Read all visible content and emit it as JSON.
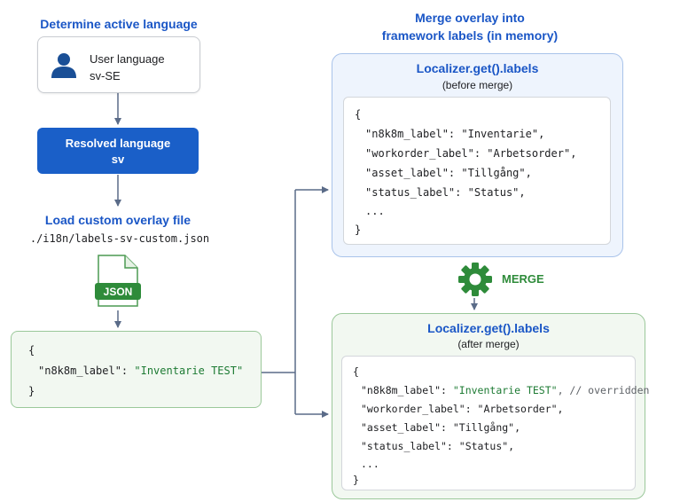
{
  "left": {
    "step1_title": "Determine active language",
    "user_box": {
      "line1": "User language",
      "line2": "sv-SE",
      "icon": "person-icon"
    },
    "resolved_box": {
      "line1": "Resolved language",
      "line2": "sv"
    },
    "step3_title": "Load custom overlay file",
    "overlay_path": "./i18n/labels-sv-custom.json",
    "file_badge": "JSON",
    "overlay_code": {
      "open": "{",
      "key": "\"n8k8m_label\": ",
      "value": "\"Inventarie TEST\"",
      "close": "}"
    }
  },
  "right": {
    "merge_title_line1": "Merge overlay into",
    "merge_title_line2": "framework labels (in memory)",
    "before": {
      "title": "Localizer.get().labels",
      "subtitle": "(before merge)",
      "lines": [
        "{",
        "\"n8k8m_label\": \"Inventarie\",",
        "\"workorder_label\": \"Arbetsorder\",",
        "\"asset_label\": \"Tillgång\",",
        "\"status_label\": \"Status\",",
        "...",
        "}"
      ]
    },
    "merge_label": "MERGE",
    "merge_icon": "gear-icon",
    "after": {
      "title": "Localizer.get().labels",
      "subtitle": "(after merge)",
      "open": "{",
      "first_key": "\"n8k8m_label\": ",
      "first_value": "\"Inventarie TEST\"",
      "first_comment": ", // overridden",
      "lines": [
        "\"workorder_label\": \"Arbetsorder\",",
        "\"asset_label\": \"Tillgång\",",
        "\"status_label\": \"Status\",",
        "..."
      ],
      "close": "}"
    }
  },
  "colors": {
    "title_blue": "#1a56c6",
    "resolved_blue": "#1a5fc8",
    "merge_green": "#2e8b3a",
    "json_green": "#1e7b34",
    "arrow_gray": "#5a6b88"
  }
}
